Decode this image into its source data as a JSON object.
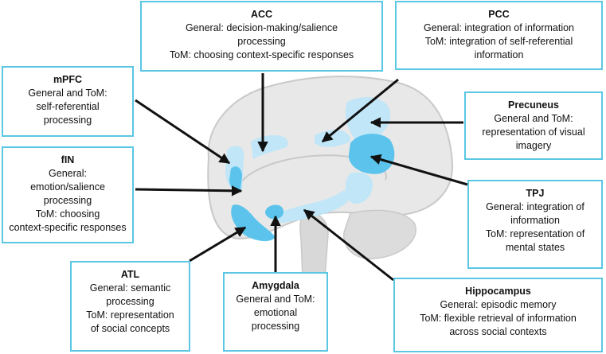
{
  "colors": {
    "box_border": "#5bc7e3",
    "region_light": "#bfe6f8",
    "region_strong": "#5cc4ec",
    "brain_fill": "#e8e8e8",
    "brain_outline": "#c9c9c9",
    "arrow": "#111111"
  },
  "regions": {
    "acc": {
      "title": "ACC",
      "lines": [
        "General: decision-making/salience",
        "processing",
        "ToM: choosing context-specific responses"
      ]
    },
    "pcc": {
      "title": "PCC",
      "lines": [
        "General: integration of information",
        "ToM: integration of self-referential",
        "information"
      ]
    },
    "mpfc": {
      "title": "mPFC",
      "lines": [
        "General and ToM:",
        "self-referential",
        "processing"
      ]
    },
    "precuneus": {
      "title": "Precuneus",
      "lines": [
        "General and ToM:",
        "representation of visual",
        "imagery"
      ]
    },
    "fin": {
      "title": "fIN",
      "lines": [
        "General:",
        "emotion/salience",
        "processing",
        "ToM: choosing",
        "context-specific responses"
      ]
    },
    "tpj": {
      "title": "TPJ",
      "lines": [
        "General: integration of",
        "information",
        "ToM: representation of",
        "mental states"
      ]
    },
    "atl": {
      "title": "ATL",
      "lines": [
        "General: semantic",
        "processing",
        "ToM: representation",
        "of social concepts"
      ]
    },
    "amygdala": {
      "title": "Amygdala",
      "lines": [
        "General and ToM:",
        "emotional",
        "processing"
      ]
    },
    "hippocampus": {
      "title": "Hippocampus",
      "lines": [
        "General: episodic memory",
        "ToM: flexible retrieval of information",
        "across social contexts"
      ]
    }
  }
}
